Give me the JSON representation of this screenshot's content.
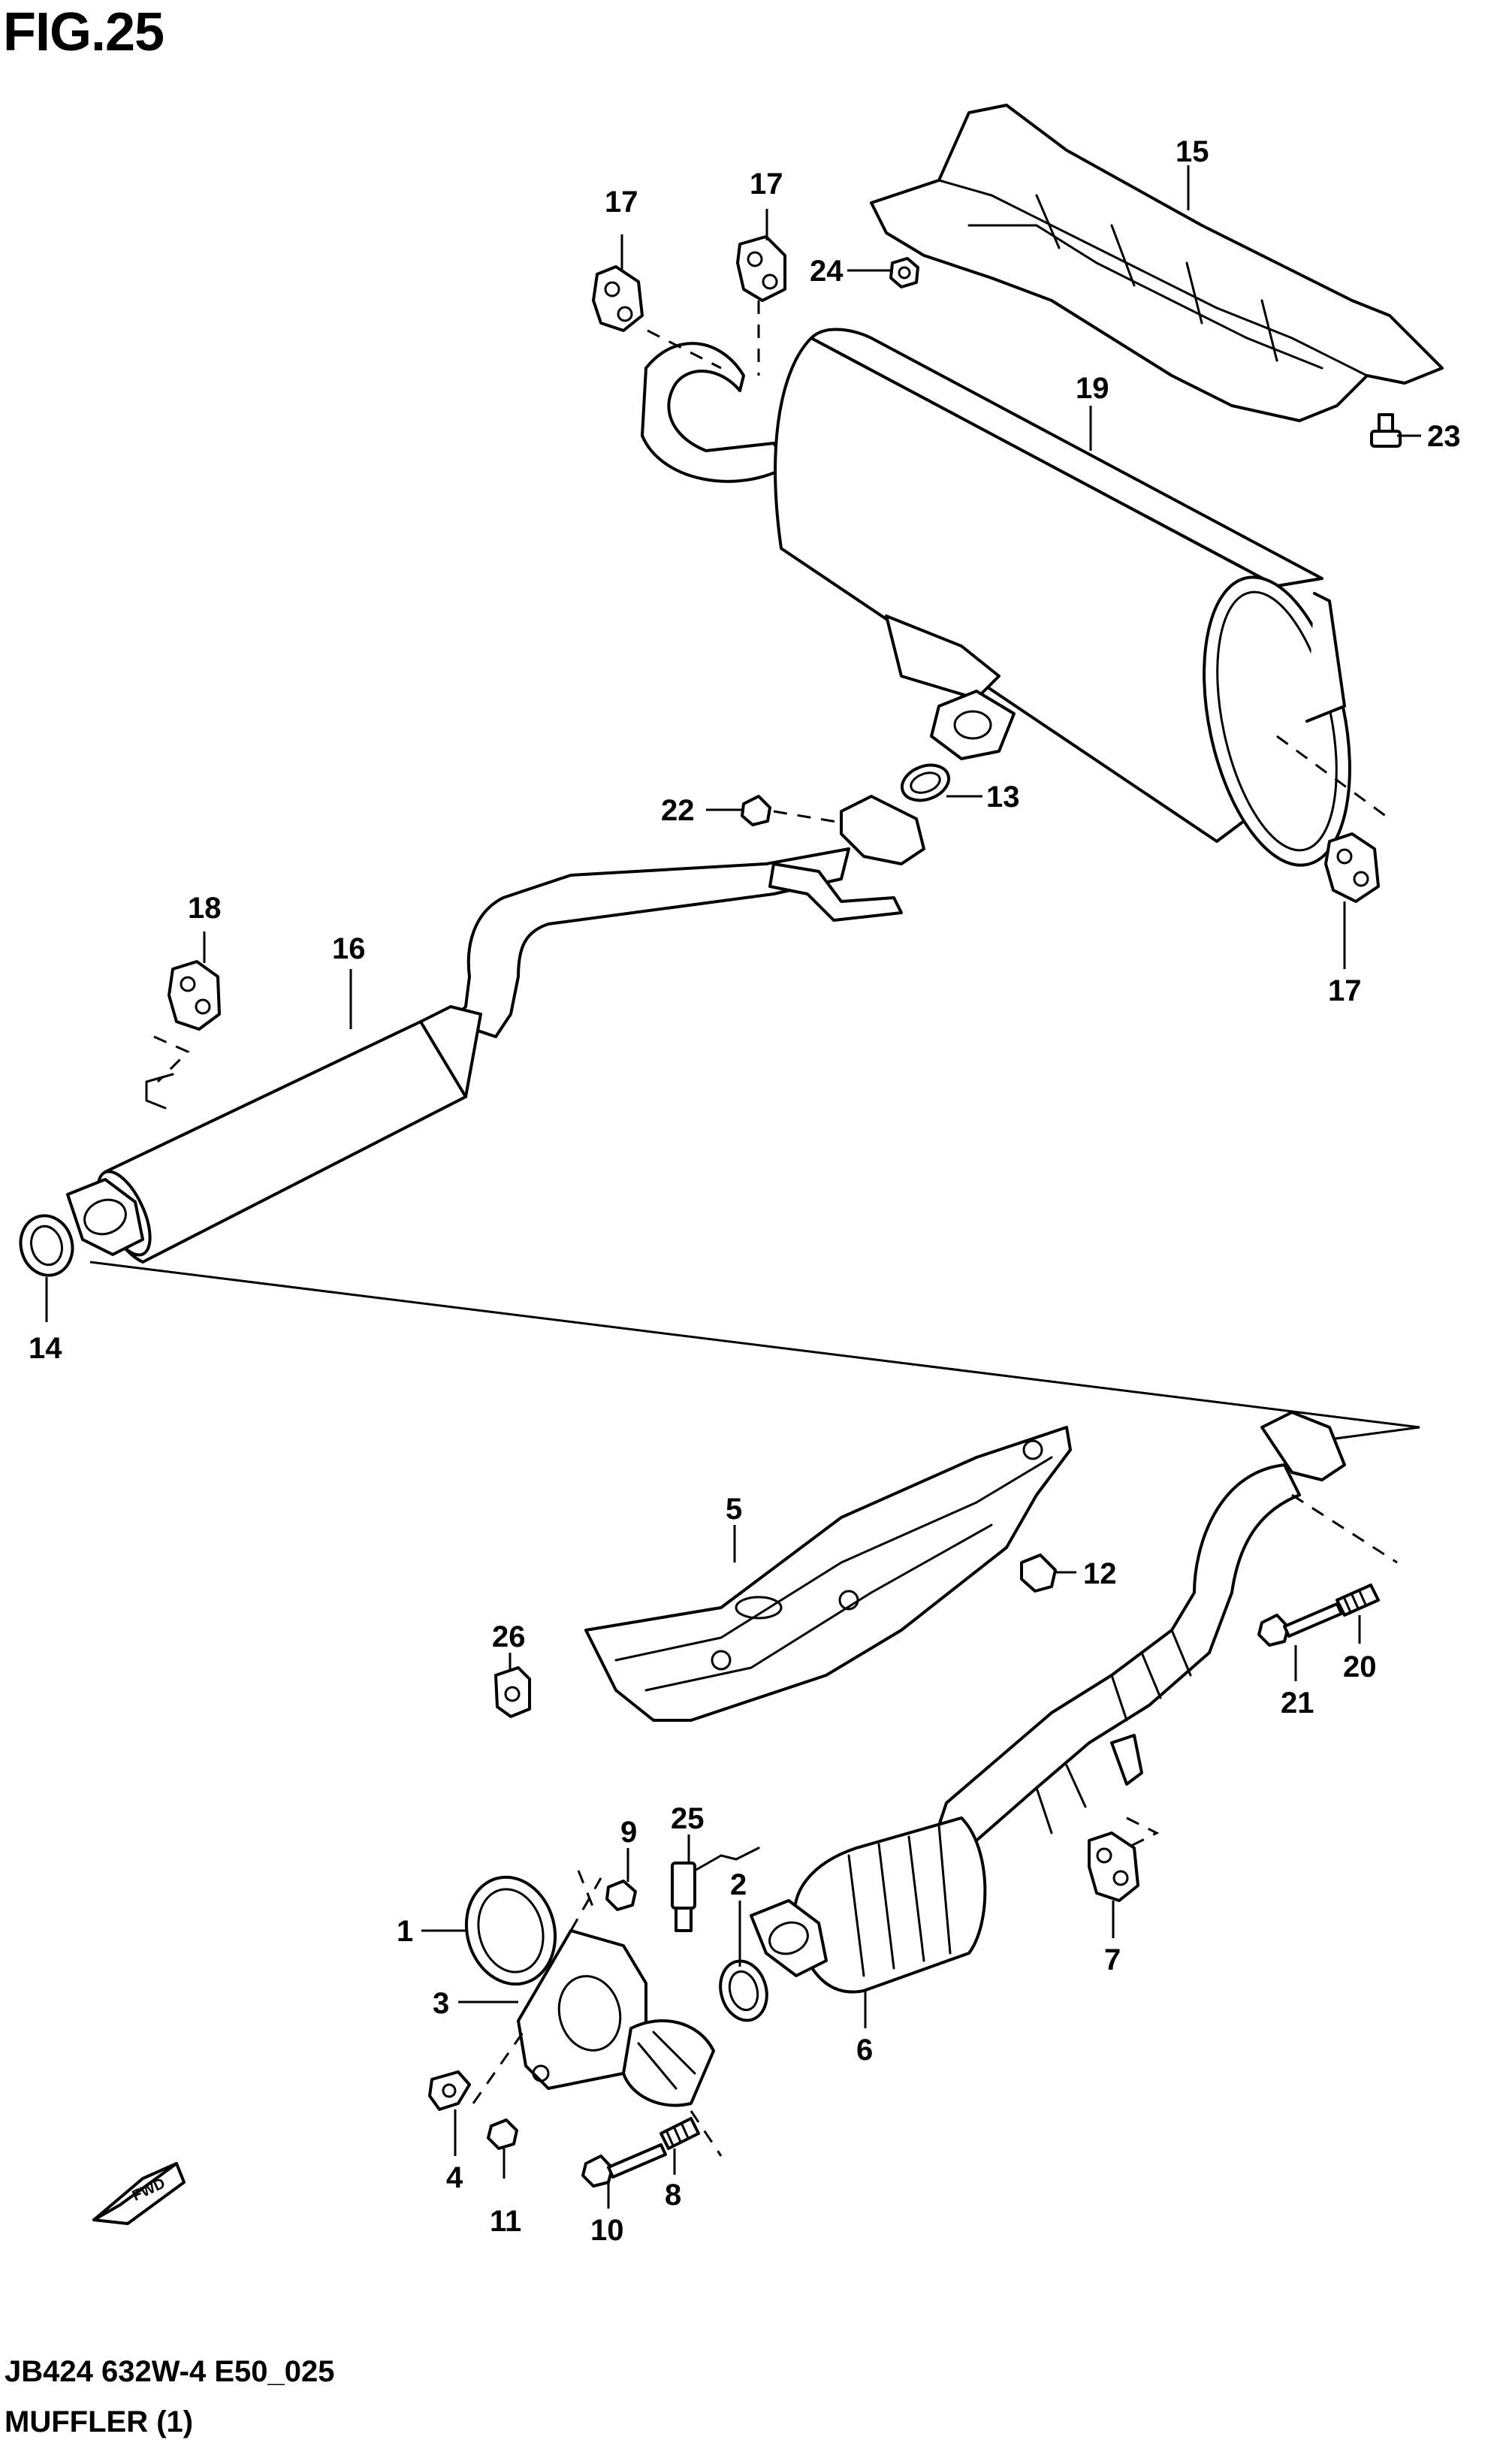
{
  "figure": {
    "title": "FIG.25",
    "code": "JB424 632W-4 E50_025",
    "name": "MUFFLER (1)",
    "fwd_label": "FWD"
  },
  "callouts": {
    "c1": "1",
    "c2": "2",
    "c3": "3",
    "c4": "4",
    "c5": "5",
    "c6": "6",
    "c7": "7",
    "c8": "8",
    "c9": "9",
    "c10": "10",
    "c11": "11",
    "c12": "12",
    "c13": "13",
    "c14": "14",
    "c15": "15",
    "c16": "16",
    "c17a": "17",
    "c17b": "17",
    "c17c": "17",
    "c18": "18",
    "c19": "19",
    "c20": "20",
    "c21": "21",
    "c22": "22",
    "c23": "23",
    "c24": "24",
    "c25": "25",
    "c26": "26"
  }
}
